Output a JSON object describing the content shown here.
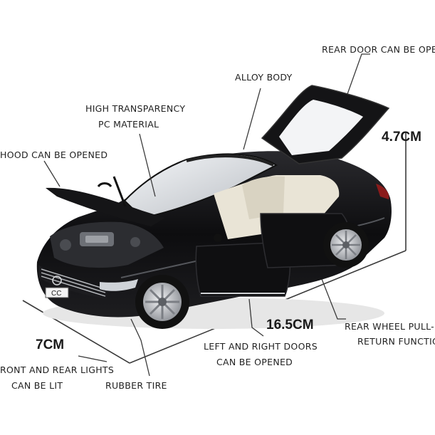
{
  "labels": {
    "rear_door": "REAR DOOR CAN BE OPE",
    "alloy_body": "ALLOY BODY",
    "high_transparency_1": "HIGH TRANSPARENCY",
    "high_transparency_2": "PC MATERIAL",
    "hood": "HOOD CAN BE OPENED",
    "rear_wheel_1": "REAR WHEEL PULL-I",
    "rear_wheel_2": "RETURN FUNCTIO",
    "doors_1": "LEFT AND RIGHT DOORS",
    "doors_2": "CAN BE OPENED",
    "lights_1": "RONT AND REAR LIGHTS",
    "lights_2": "CAN BE LIT",
    "tire": "RUBBER TIRE",
    "plate": "CC"
  },
  "dimensions": {
    "height": "4.7CM",
    "length": "16.5CM",
    "width": "7CM"
  },
  "colors": {
    "body": "#0d0d0f",
    "interior": "#e9e4d6",
    "rim": "#c9ccd0",
    "line": "#3a3a3a"
  }
}
